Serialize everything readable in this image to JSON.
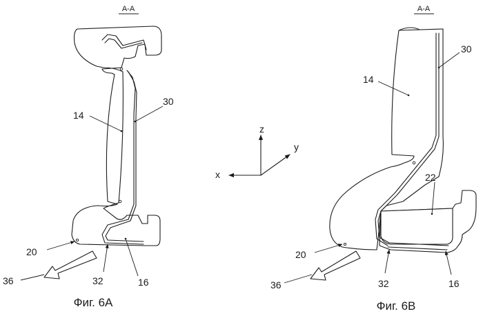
{
  "figure_a": {
    "section": "A-A",
    "caption": "Фиг. 6A",
    "labels": {
      "l14": "14",
      "l30": "30",
      "l20": "20",
      "l36": "36",
      "l32": "32",
      "l16": "16"
    }
  },
  "figure_b": {
    "section": "A-A",
    "caption": "Фиг. 6B",
    "labels": {
      "l14": "14",
      "l30": "30",
      "l22": "22",
      "l20": "20",
      "l36": "36",
      "l32": "32",
      "l16": "16"
    }
  },
  "axes": {
    "z": "z",
    "y": "y",
    "x": "x"
  }
}
